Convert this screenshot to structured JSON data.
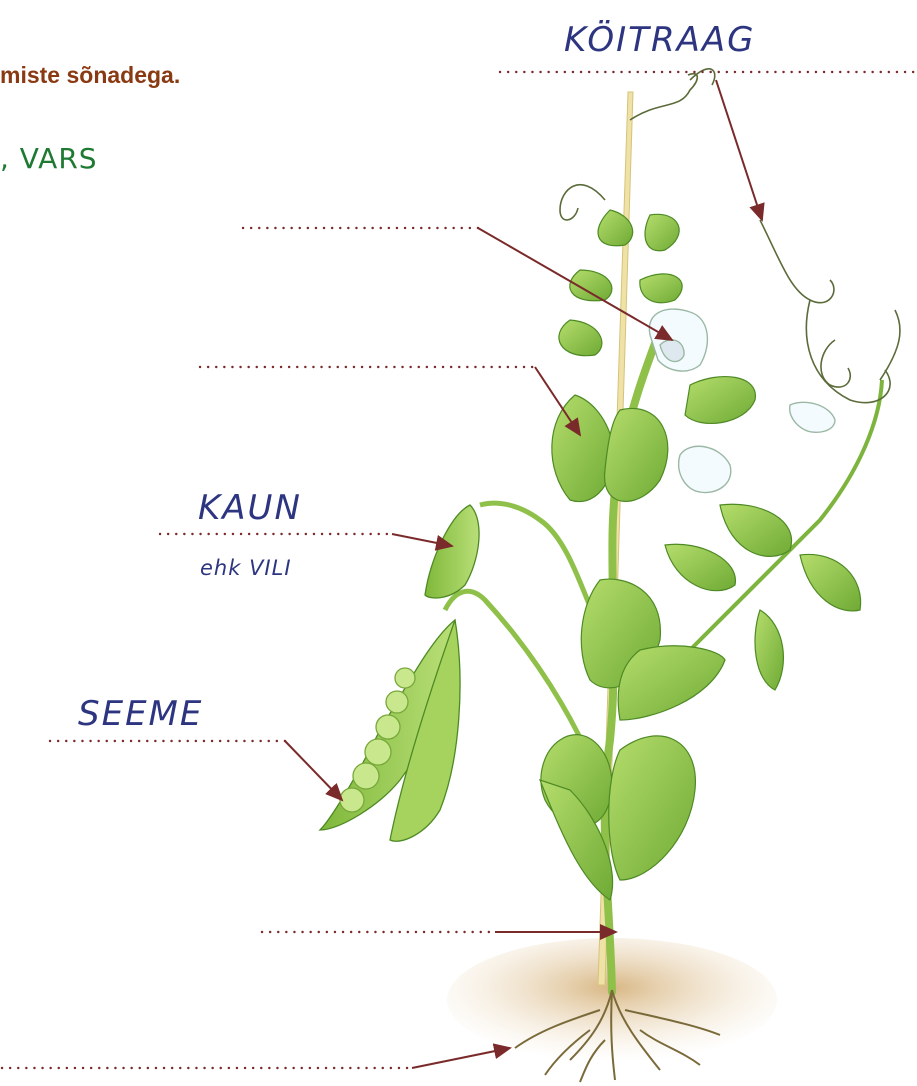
{
  "instruction": "miste sõnadega.",
  "word_bank": ", VARS",
  "labels": {
    "koitraag": "KÖITRAAG",
    "kaun": "KAUN",
    "vili": "ehk VILI",
    "seeme": "SEEME"
  },
  "colors": {
    "instruction": "#8a3a12",
    "word_bank": "#1e7a32",
    "label": "#2d3580",
    "arrow": "#7a2a2a",
    "leaf": "#8cc63f",
    "leaf_dark": "#5e9a2c",
    "pod": "#9ccf4f",
    "soil": "#d9b98a"
  }
}
